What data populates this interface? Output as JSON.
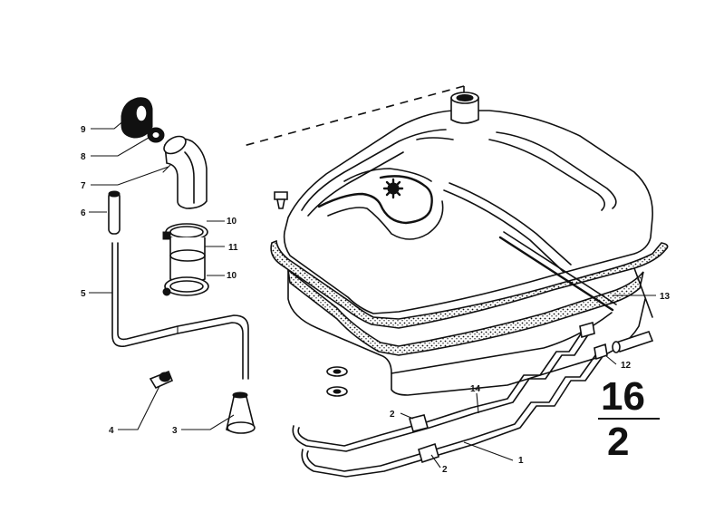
{
  "callouts": {
    "p1": "1",
    "p2a": "2",
    "p2b": "2",
    "p3": "3",
    "p4": "4",
    "p5": "5",
    "p6": "6",
    "p7": "7",
    "p8": "8",
    "p9": "9",
    "p10a": "10",
    "p10b": "10",
    "p11": "11",
    "p12": "12",
    "p13": "13",
    "p14": "14"
  },
  "page_ref": {
    "group": "16",
    "page": "2"
  },
  "icons": [
    "fuel-tank-icon",
    "filler-neck-hose-icon",
    "hose-clamp-icon",
    "fuel-line-icon",
    "grommet-icon"
  ]
}
